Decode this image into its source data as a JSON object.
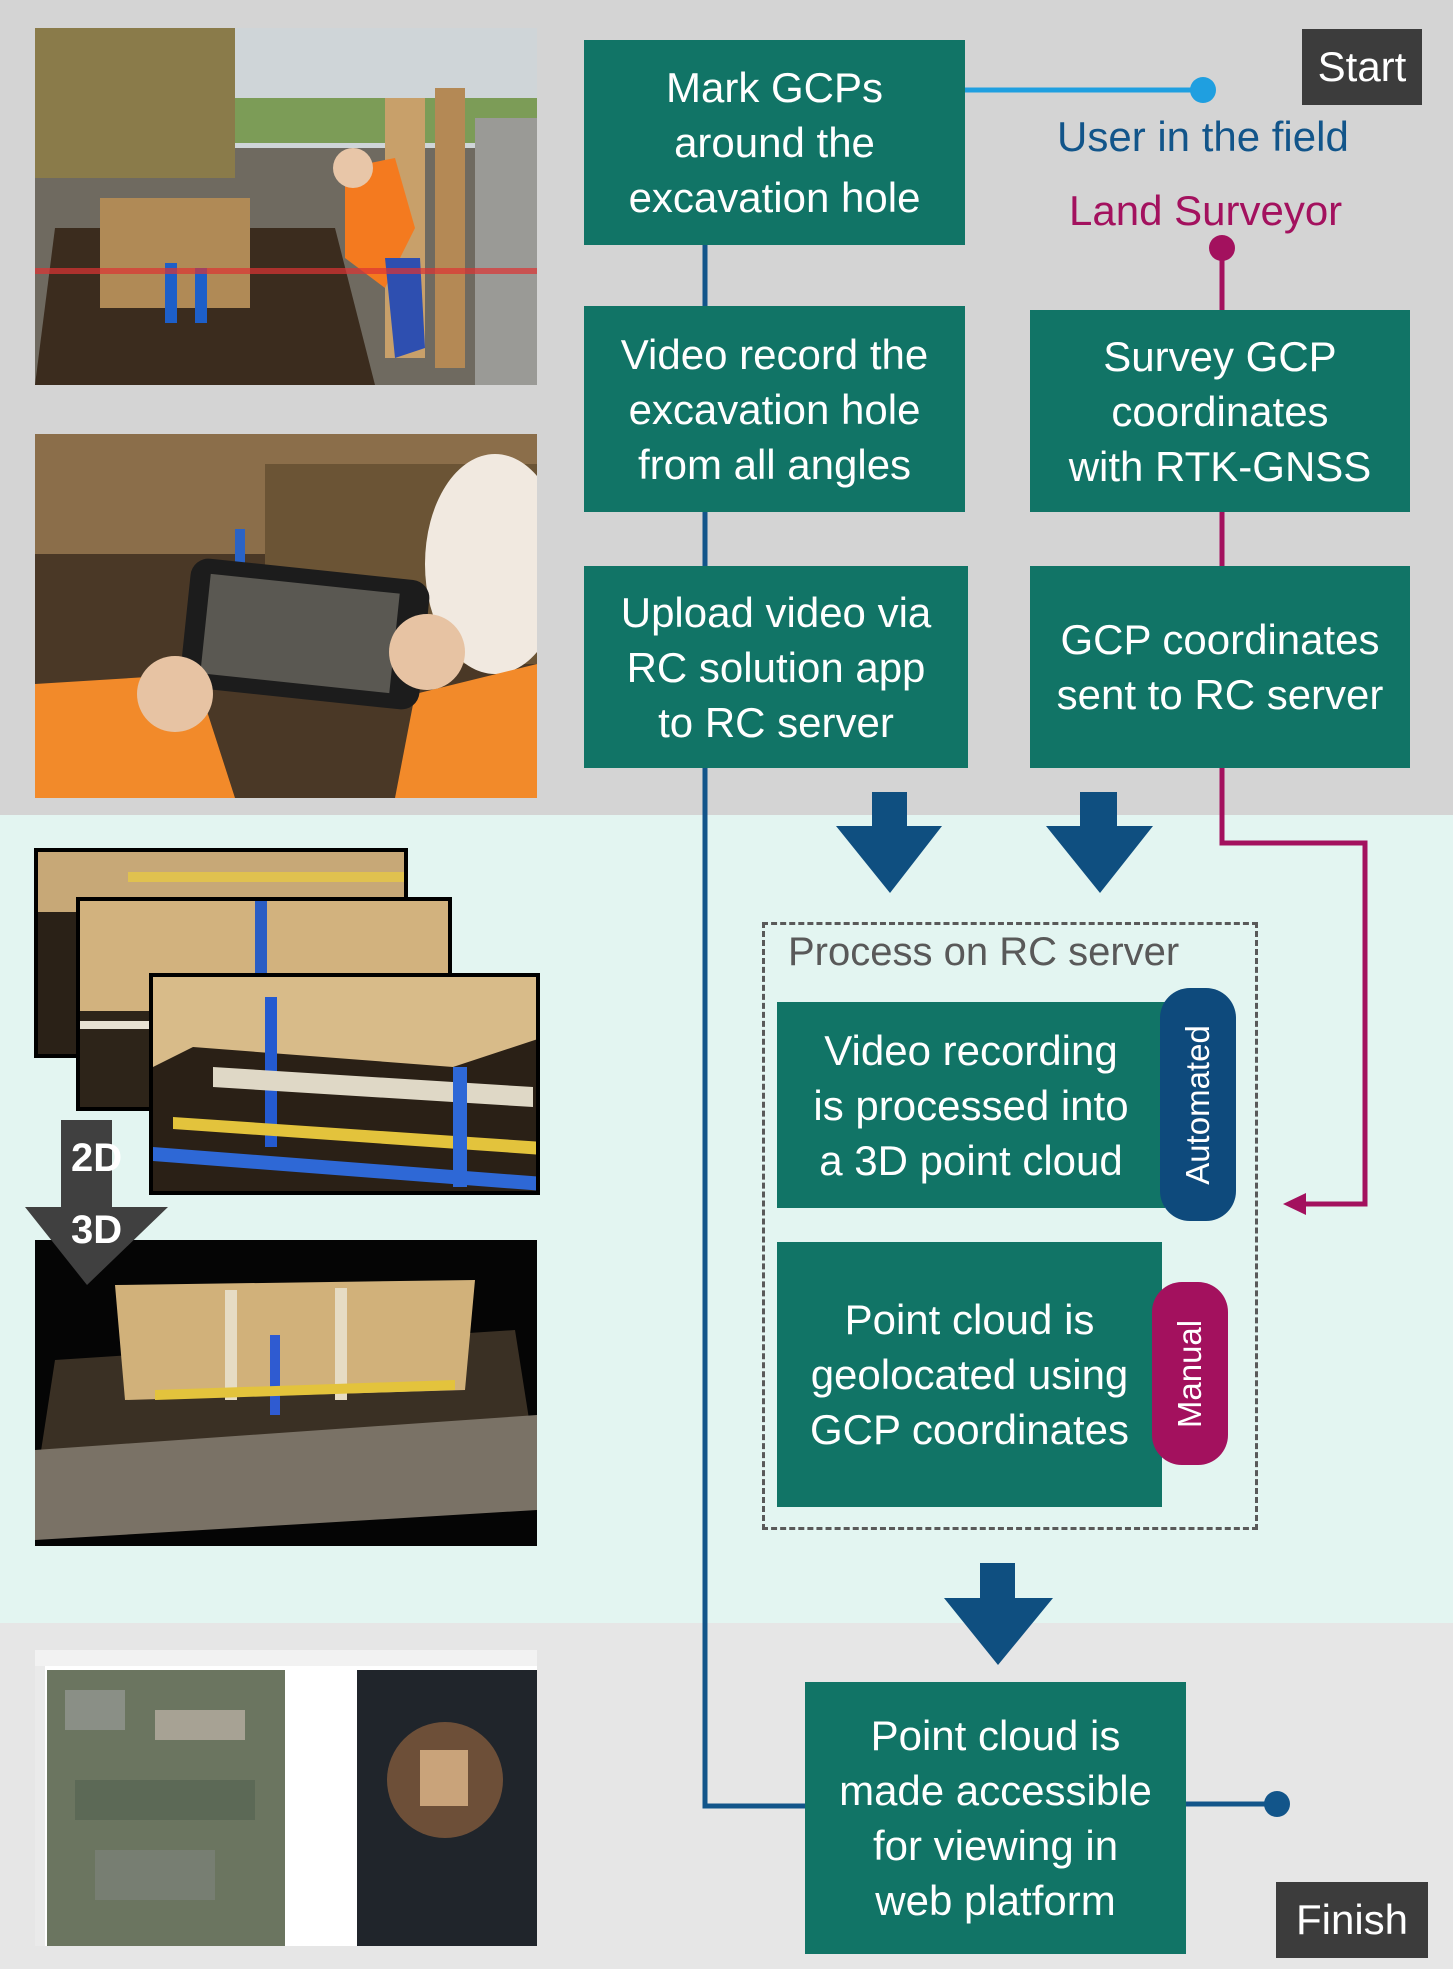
{
  "flags": {
    "start": "Start",
    "finish": "Finish"
  },
  "roles": {
    "user": "User in the field",
    "surveyor": "Land Surveyor"
  },
  "steps": {
    "mark_gcps": "Mark GCPs\naround the\nexcavation hole",
    "video_record": "Video record the\nexcavation hole\nfrom all angles",
    "upload_video": "Upload video via\nRC solution app\nto RC server",
    "survey_gcp": "Survey GCP\ncoordinates\nwith RTK-GNSS",
    "gcp_sent": "GCP coordinates\nsent to RC server",
    "process_video": "Video recording\nis processed into\na 3D point cloud",
    "geolocate": "Point cloud is\ngeolocated using\nGCP coordinates",
    "accessible": "Point cloud is\nmade accessible\nfor viewing in\nweb platform"
  },
  "process_group": {
    "title": "Process on RC server"
  },
  "tags": {
    "automated": "Automated",
    "manual": "Manual"
  },
  "conversion": {
    "from": "2D",
    "to": "3D"
  },
  "colors": {
    "box": "#117466",
    "user_line": "#12558a",
    "user_dot": "#1f9fe0",
    "surveyor": "#a3115e",
    "arrow": "#0f4f80",
    "top_band": "#d4d4d4",
    "middle_band": "#e3f5f1",
    "bottom_band": "#e6e6e6",
    "flag": "#3c3c3c"
  }
}
